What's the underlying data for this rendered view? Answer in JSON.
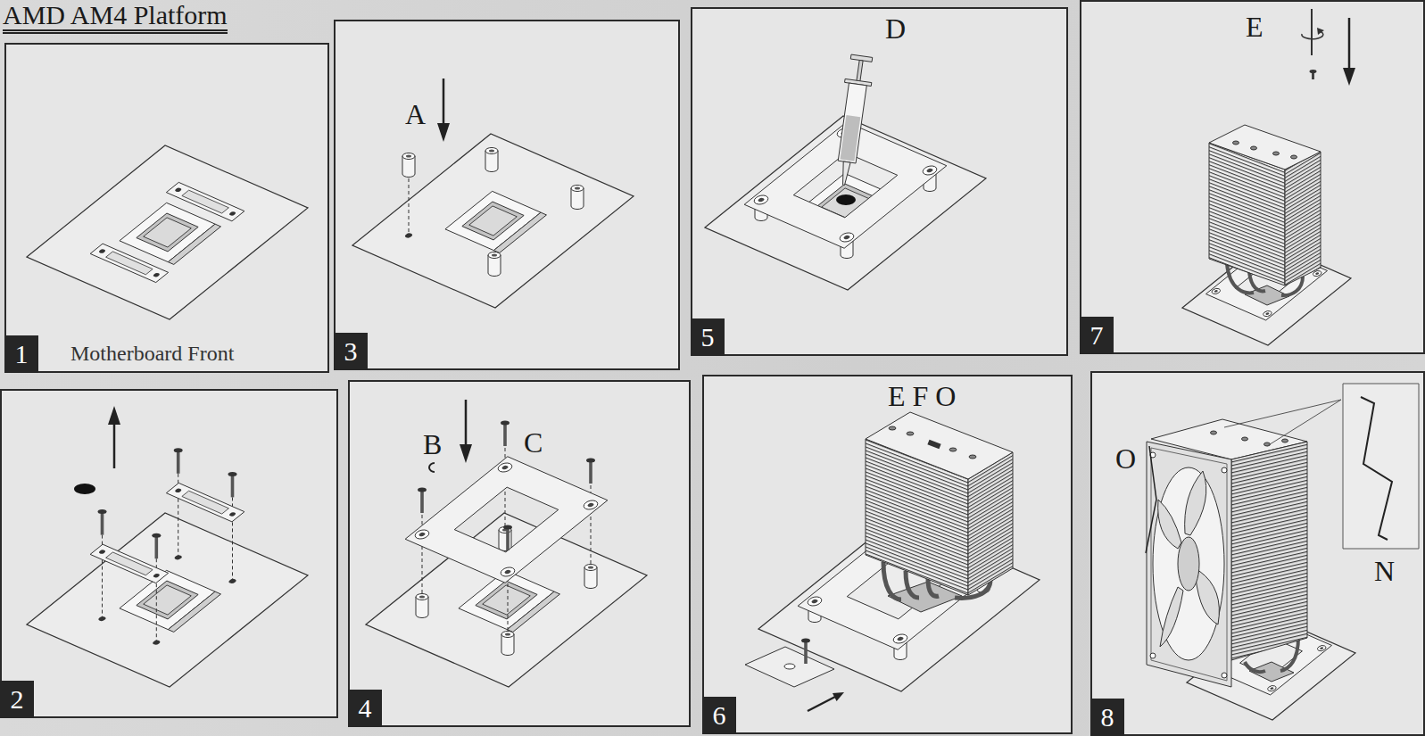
{
  "diagram": {
    "title": "AMD AM4 Platform",
    "nodes": [
      {
        "text": [
          "1",
          "Motherboard Front"
        ]
      },
      {
        "text": [
          "2"
        ]
      },
      {
        "text": [
          "3",
          "A"
        ]
      },
      {
        "text": [
          "4",
          "B",
          "C"
        ]
      },
      {
        "text": [
          "5",
          "D"
        ]
      },
      {
        "text": [
          "6",
          "E F O"
        ]
      },
      {
        "text": [
          "7",
          "E"
        ]
      },
      {
        "text": [
          "8",
          "O",
          "N"
        ]
      }
    ]
  }
}
